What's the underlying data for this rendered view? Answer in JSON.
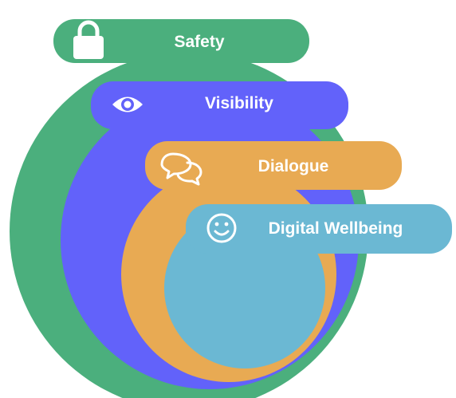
{
  "layers": [
    {
      "key": "safety",
      "label": "Safety",
      "icon": "lock-icon",
      "color": "#4BAF7D"
    },
    {
      "key": "visibility",
      "label": "Visibility",
      "icon": "eye-icon",
      "color": "#6262FA"
    },
    {
      "key": "dialogue",
      "label": "Dialogue",
      "icon": "speech-bubbles-icon",
      "color": "#E8AA53"
    },
    {
      "key": "wellbeing",
      "label": "Digital Wellbeing",
      "icon": "smiley-icon",
      "color": "#6BB8D3"
    }
  ]
}
